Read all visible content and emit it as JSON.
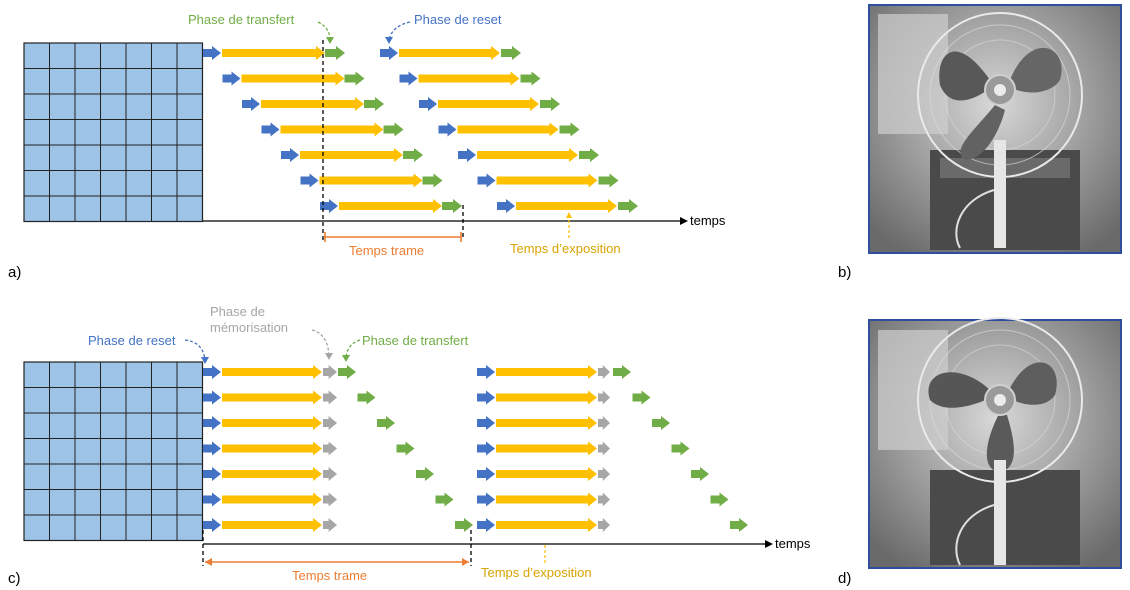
{
  "colors": {
    "grid_fill": "#9dc3e6",
    "grid_line": "#222222",
    "reset": "#4472c4",
    "exposure": "#ffc000",
    "transfer": "#70ad47",
    "memorisation": "#a6a6a6",
    "frame_time": "#ed7d31",
    "exposure_label": "#d9a300",
    "axis": "#000000",
    "photo_border": "#2f4f9e"
  },
  "panel_a": {
    "letter": "a)",
    "transfer_label": "Phase de transfert",
    "reset_label": "Phase de reset",
    "axis_label": "temps",
    "frame_time_label": "Temps trame",
    "exposure_label": "Temps d’exposition"
  },
  "panel_b": {
    "letter": "b)",
    "image": "fan-photo-rolling-shutter"
  },
  "panel_c": {
    "letter": "c)",
    "reset_label": "Phase de reset",
    "memorisation_label_line1": "Phase de",
    "memorisation_label_line2": "mémorisation",
    "transfer_label": "Phase de transfert",
    "axis_label": "temps",
    "frame_time_label": "Temps trame",
    "exposure_label": "Temps d’exposition"
  },
  "panel_d": {
    "letter": "d)",
    "image": "fan-photo-global-shutter"
  }
}
